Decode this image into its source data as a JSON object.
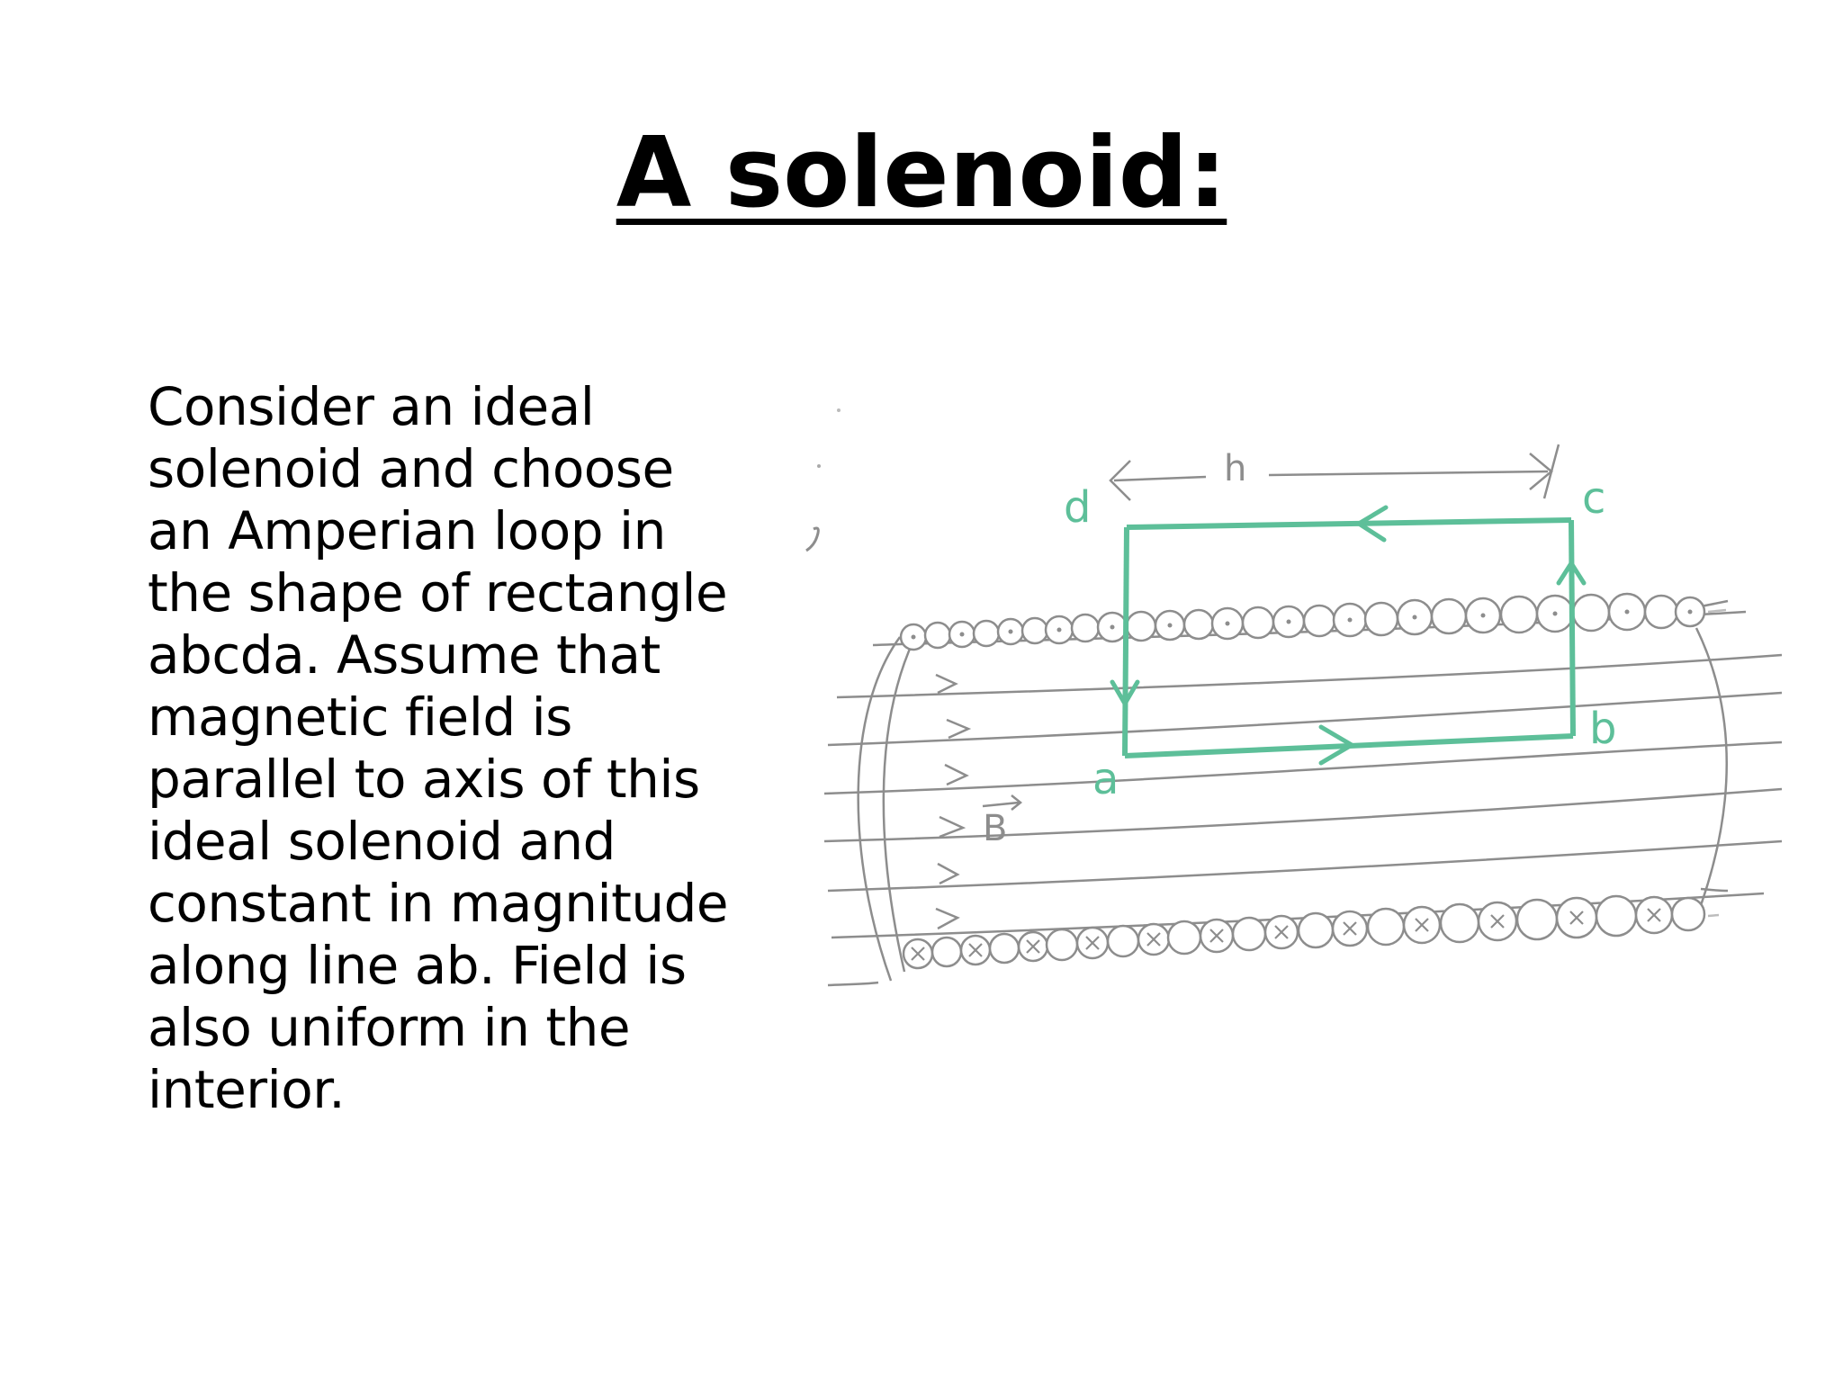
{
  "slide": {
    "title": "A solenoid:",
    "body": "Consider an ideal\nsolenoid and choose\nan Amperian loop in\nthe shape of rectangle\nabcda. Assume that\nmagnetic field is\nparallel  to axis of this\nideal solenoid and\nconstant in magnitude\nalong line ab. Field is\nalso uniform in the\ninterior."
  },
  "diagram": {
    "corner_labels": {
      "a": "a",
      "b": "b",
      "c": "c",
      "d": "d"
    },
    "length_label": "h",
    "field_label": "B",
    "colors": {
      "loop": "#5dbf99",
      "pencil": "#8d8d8d",
      "background": "#ffffff"
    }
  }
}
